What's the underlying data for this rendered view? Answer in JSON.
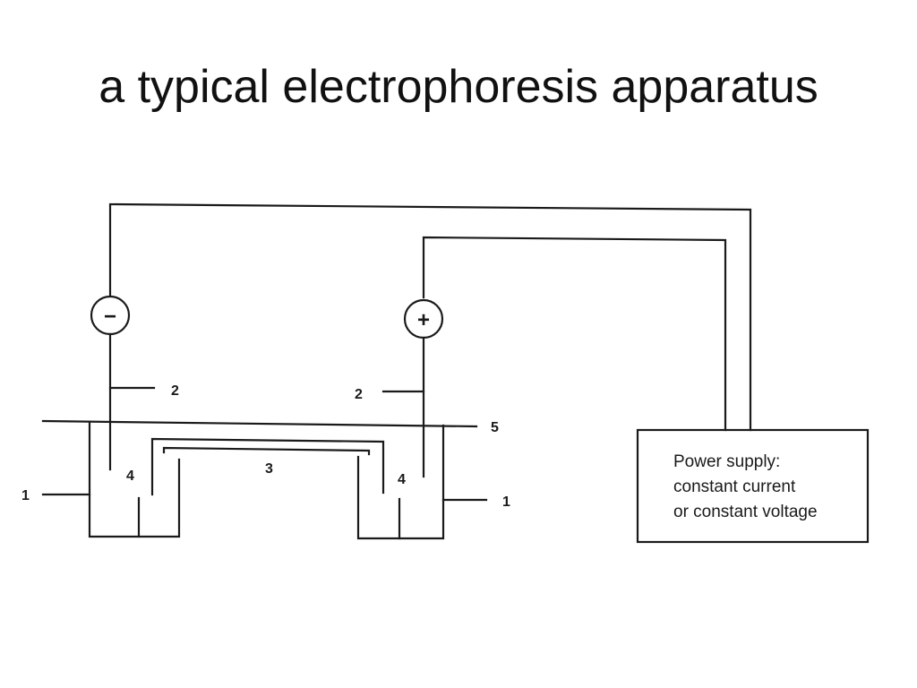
{
  "title": "a typical electrophoresis apparatus",
  "diagram": {
    "cathode_sign": "−",
    "anode_sign": "+",
    "labels": {
      "buffer_left": "1",
      "buffer_right": "1",
      "electrode_left": "2",
      "electrode_right": "2",
      "gel_strip": "3",
      "chamber_left": "4",
      "chamber_right": "4",
      "cover": "5"
    },
    "power_supply": {
      "line1": "Power supply:",
      "line2": "constant current",
      "line3": "or constant voltage"
    }
  }
}
